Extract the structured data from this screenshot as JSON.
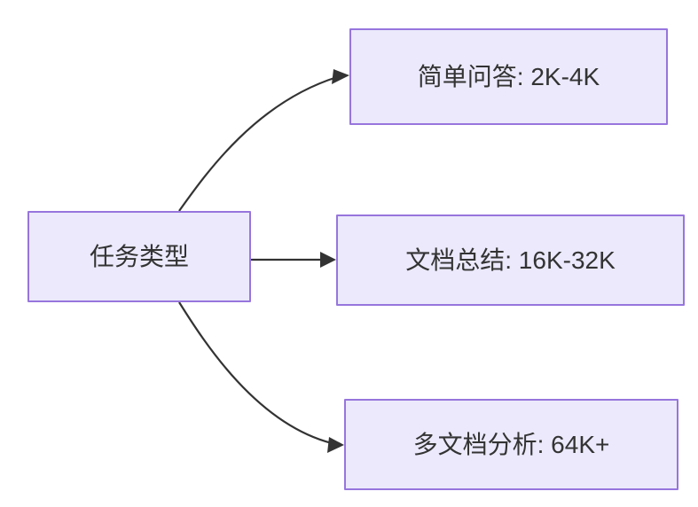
{
  "diagram": {
    "title": "任务类型",
    "background_color": "#ffffff",
    "node_fill_color": "#ebe9fb",
    "node_border_color": "#9775dd",
    "text_color": "#333333",
    "edge_color": "#333333",
    "nodes": [
      {
        "id": "root",
        "label": "任务类型"
      },
      {
        "id": "simple_qa",
        "label": "简单问答: 2K-4K"
      },
      {
        "id": "doc_summary",
        "label": "文档总结: 16K-32K"
      },
      {
        "id": "multi_doc",
        "label": "多文档分析: 64K+"
      }
    ],
    "edges": [
      {
        "from": "root",
        "to": "simple_qa",
        "label": "",
        "style": "curved-arrow"
      },
      {
        "from": "root",
        "to": "doc_summary",
        "label": "",
        "style": "straight-arrow"
      },
      {
        "from": "root",
        "to": "multi_doc",
        "label": "",
        "style": "curved-arrow"
      }
    ]
  }
}
